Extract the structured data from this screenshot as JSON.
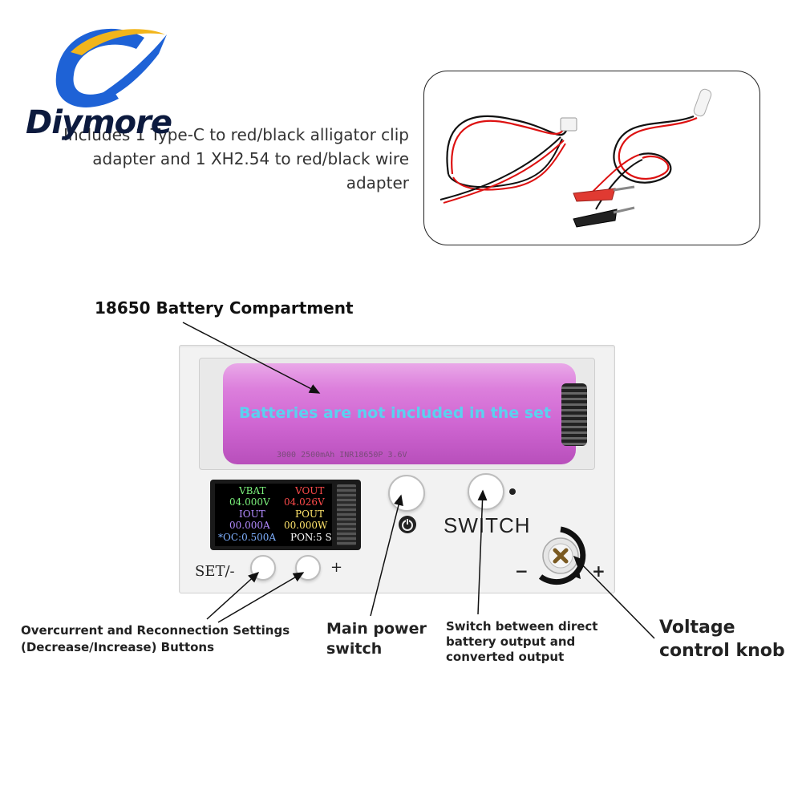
{
  "brand": {
    "name": "Diymore",
    "colors": {
      "blue": "#1e62d6",
      "gold": "#f2b51b",
      "navy": "#0c1a3e"
    }
  },
  "accessories": {
    "caption": "Includes 1 Type-C to red/black alligator clip adapter and 1 XH2.54 to red/black wire adapter"
  },
  "battery_compartment": {
    "title": "18650 Battery Compartment",
    "note": "Batteries are not included in the set",
    "fineprint": "3000 2500mAh INR18650P 3.6V"
  },
  "lcd": {
    "vbat_label": "VBAT",
    "vbat_value": "04.000V",
    "vout_label": "VOUT",
    "vout_value": "04.026V",
    "iout_label": "IOUT",
    "iout_value": "00.000A",
    "pout_label": "POUT",
    "pout_value": "00.000W",
    "oc_setting": "*OC:0.500A",
    "pon_setting": "PON:5 S"
  },
  "controls": {
    "switch_label": "SWITCH",
    "set_label": "SET/-",
    "plus_label": "+",
    "knob_minus": "−",
    "knob_plus": "+"
  },
  "callouts": {
    "overcurrent": "Overcurrent and Reconnection Settings (Decrease/Increase) Buttons",
    "main_power": "Main power switch",
    "switch_output": "Switch between direct battery output and converted output",
    "voltage_knob": "Voltage control knob"
  }
}
